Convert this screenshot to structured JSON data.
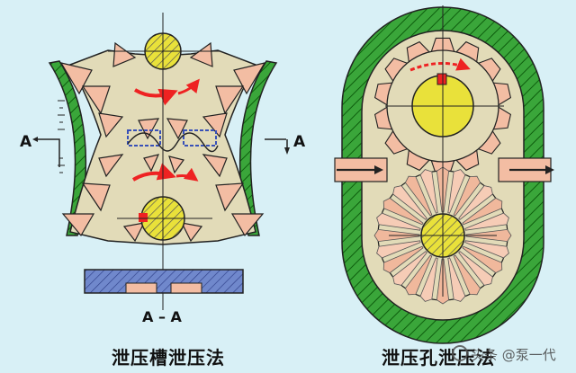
{
  "figure": {
    "left_caption": "泄压槽泄压法",
    "right_caption": "泄压孔泄压法",
    "section_label": "A – A",
    "cut_mark_left": "A",
    "cut_mark_right": "A",
    "watermark": "头条 @泵一代"
  },
  "colors": {
    "background": "#d8f0f6",
    "fluid_body": "#e2dbb8",
    "tooth": "#f3bda3",
    "shaft": "#e9e13a",
    "casing_green": "#3aa63a",
    "groove_blue": "#6f84c8",
    "arrow_red": "#ee2222",
    "outline": "#222222"
  },
  "icons": [
    "flow-arrow-icon",
    "rotation-arrow-icon",
    "key-marker-icon",
    "watermark-logo-icon"
  ]
}
